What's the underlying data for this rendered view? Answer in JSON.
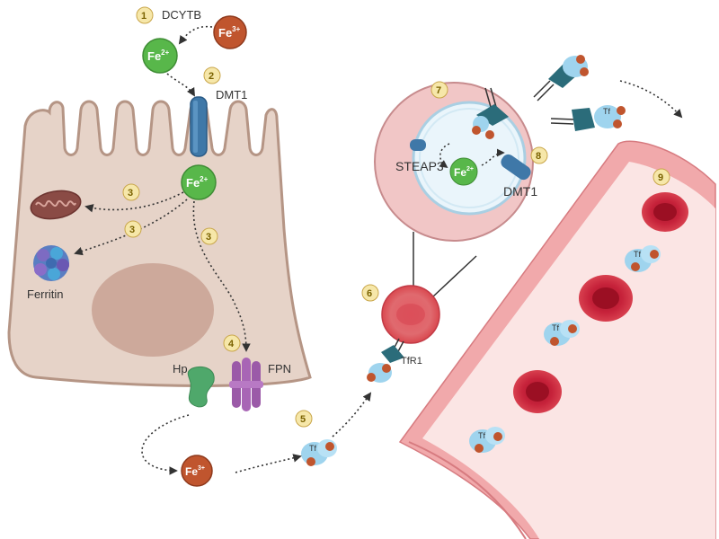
{
  "labels": {
    "dcytb": "DCYTB",
    "dmt1_top": "DMT1",
    "ferritin": "Ferritin",
    "hp": "Hp",
    "fpn": "FPN",
    "tfr1": "TfR1",
    "steap3": "STEAP3",
    "dmt1_endo": "DMT1",
    "tf": "Tf"
  },
  "ions": {
    "fe2": "Fe",
    "fe2_charge": "2+",
    "fe3": "Fe",
    "fe3_charge": "3+"
  },
  "steps": [
    "1",
    "2",
    "3",
    "3",
    "3",
    "4",
    "5",
    "6",
    "7",
    "8",
    "9"
  ],
  "colors": {
    "cell_fill": "#e6d3c8",
    "cell_stroke": "#b59585",
    "nucleus": "#c8a193",
    "fe2_green": "#58b74a",
    "fe3_red": "#c0552e",
    "vessel_wall": "#f1a9ab",
    "vessel_lumen": "#fbe5e4",
    "rbc": "#c21f31",
    "transferrin": "#9fd4ee",
    "receptor": "#2b6c7a",
    "dmt1_channel": "#3f78a8",
    "fpn_purple": "#9b5aa8",
    "hp_green": "#4fa86b",
    "step_badge": "#f6e7a9"
  },
  "icons": [
    "mitochondrion-icon",
    "ferritin-icon",
    "red-blood-cell-icon",
    "transferrin-icon",
    "transferrin-receptor-icon",
    "endosome-icon"
  ]
}
